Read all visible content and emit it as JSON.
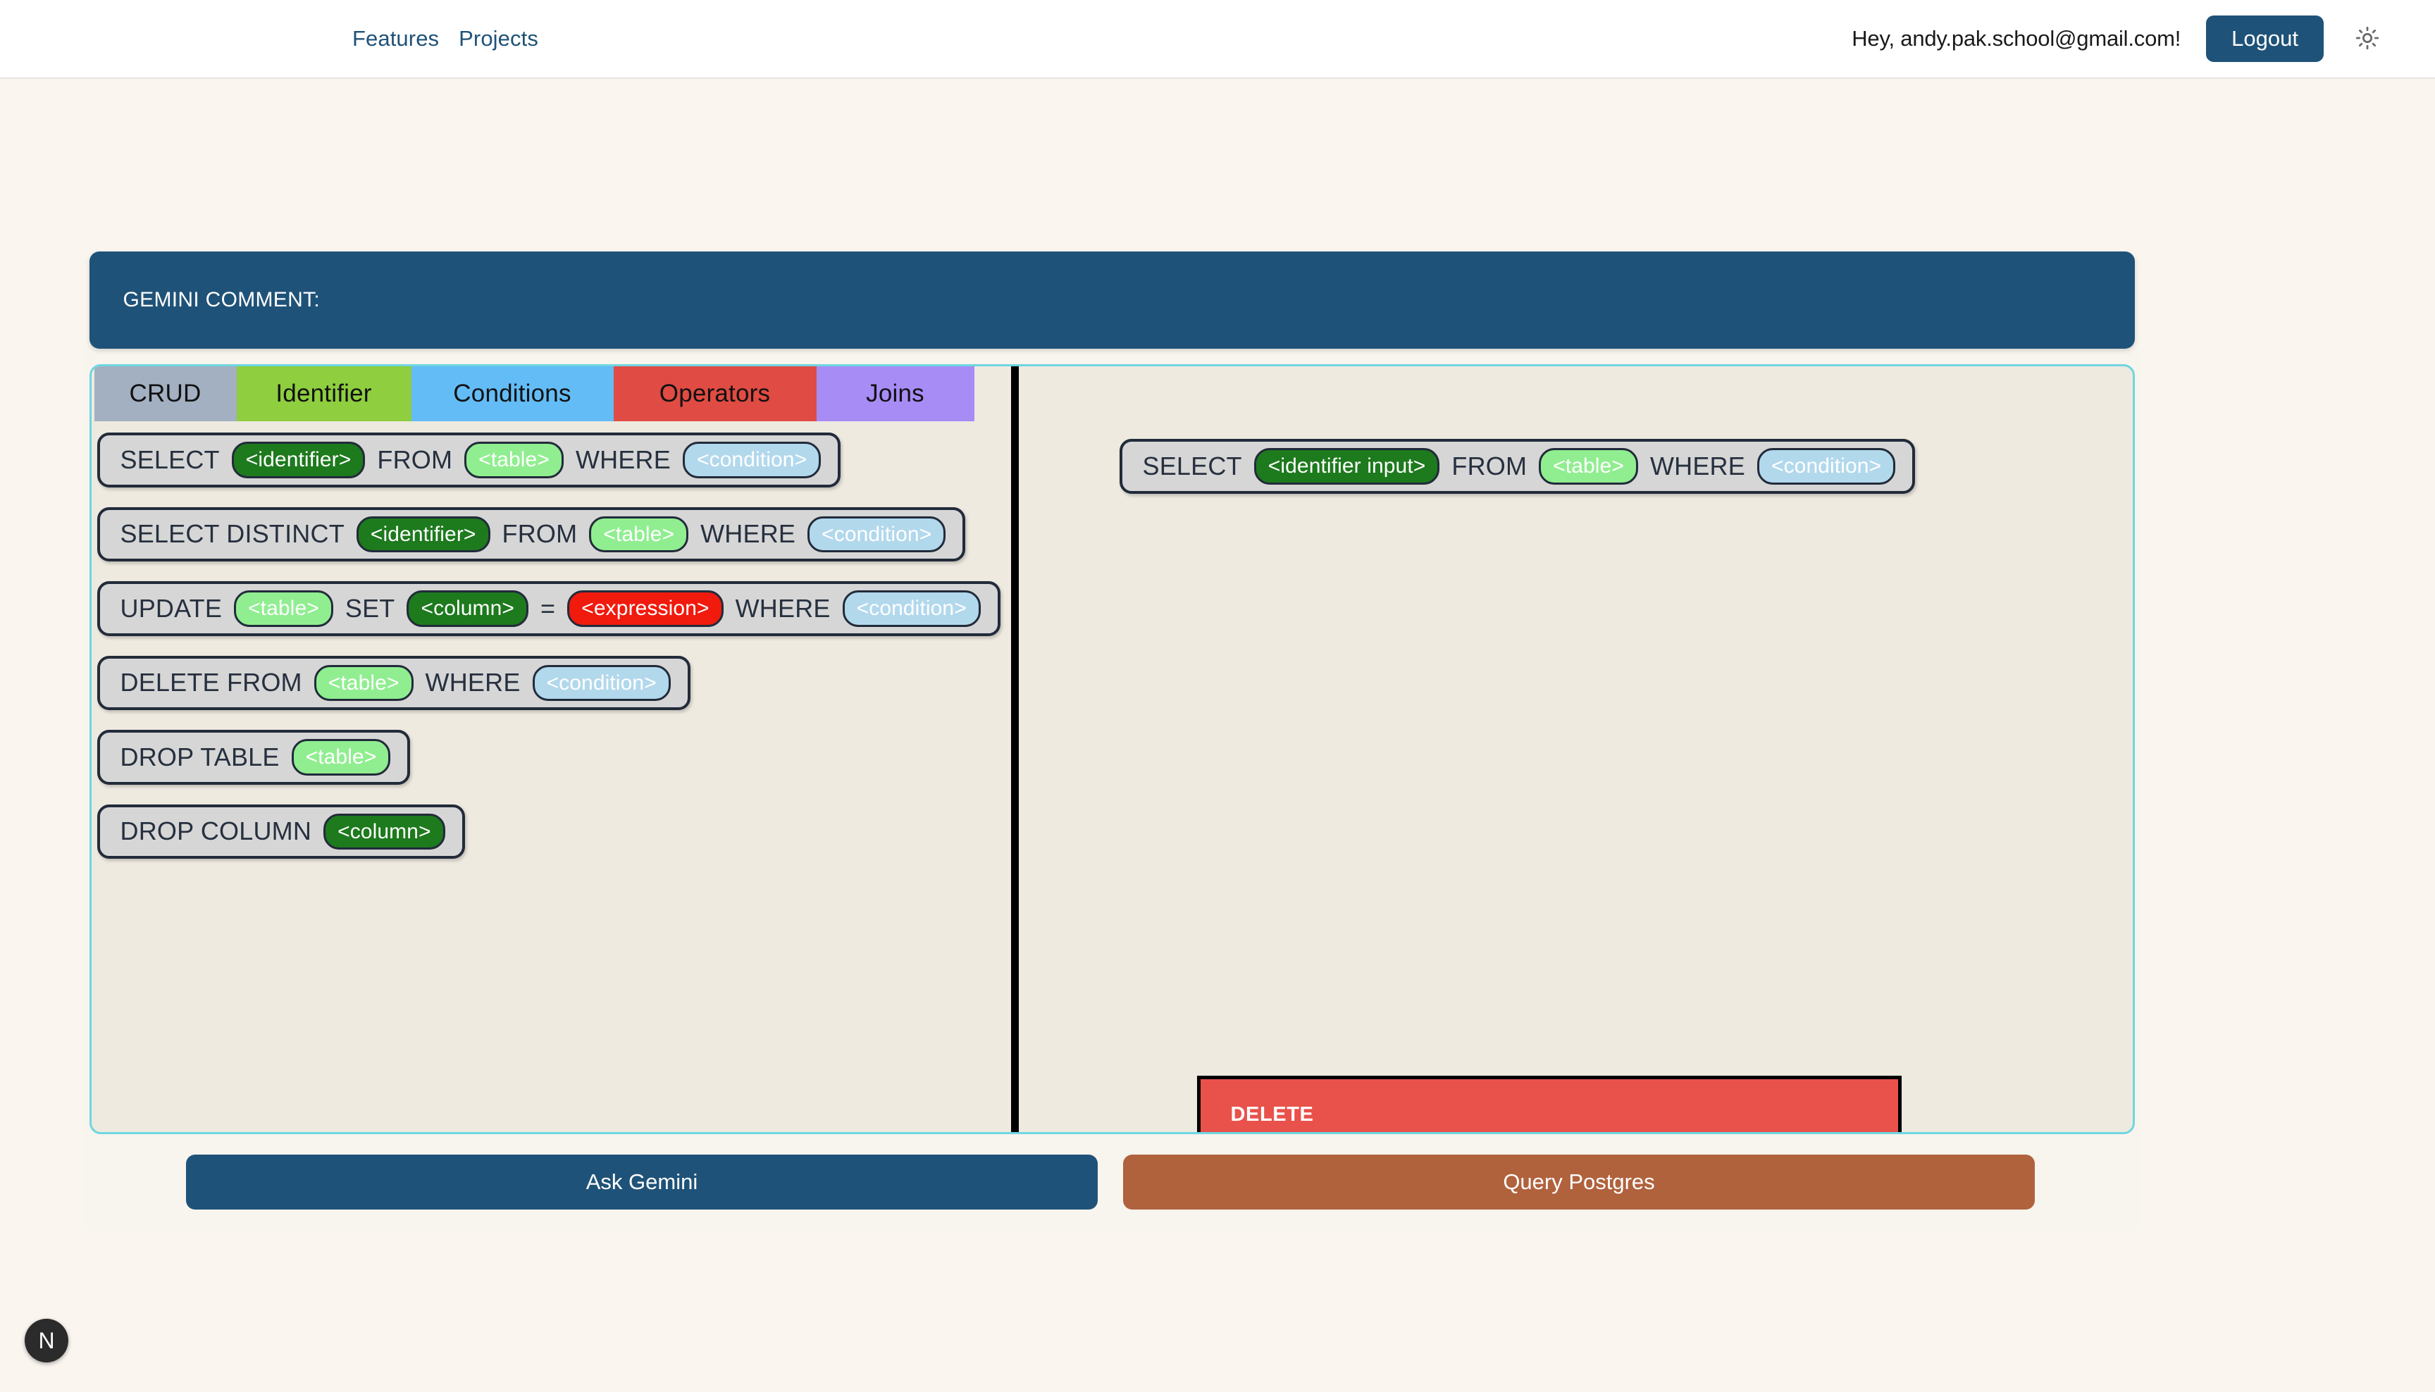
{
  "navbar": {
    "links": [
      {
        "label": "Features",
        "name": "nav-link-features"
      },
      {
        "label": "Projects",
        "name": "nav-link-projects"
      }
    ],
    "greeting": "Hey, andy.pak.school@gmail.com!",
    "logout_label": "Logout",
    "theme_icon": "sun-icon",
    "logout_color": "#1f5278"
  },
  "gemini": {
    "label": "GEMINI COMMENT:",
    "body": "",
    "bar_color": "#1f5278"
  },
  "categories": [
    {
      "label": "CRUD",
      "color": "#a3b0c2",
      "active": true
    },
    {
      "label": "Identifier",
      "color": "#8ece3f",
      "active": false
    },
    {
      "label": "Conditions",
      "color": "#63bcf5",
      "active": false
    },
    {
      "label": "Operators",
      "color": "#e04b43",
      "active": false
    },
    {
      "label": "Joins",
      "color": "#a78cf5",
      "active": false
    }
  ],
  "palette_blocks": [
    {
      "id": "select",
      "tokens": [
        {
          "t": "kw",
          "text": "SELECT"
        },
        {
          "t": "slot",
          "kind": "identifier",
          "text": "<identifier>"
        },
        {
          "t": "kw",
          "text": "FROM"
        },
        {
          "t": "slot",
          "kind": "table",
          "text": "<table>"
        },
        {
          "t": "kw",
          "text": "WHERE"
        },
        {
          "t": "slot",
          "kind": "condition",
          "text": "<condition>"
        }
      ]
    },
    {
      "id": "select-distinct",
      "tokens": [
        {
          "t": "kw",
          "text": "SELECT DISTINCT"
        },
        {
          "t": "slot",
          "kind": "identifier",
          "text": "<identifier>"
        },
        {
          "t": "kw",
          "text": "FROM"
        },
        {
          "t": "slot",
          "kind": "table",
          "text": "<table>"
        },
        {
          "t": "kw",
          "text": "WHERE"
        },
        {
          "t": "slot",
          "kind": "condition",
          "text": "<condition>"
        }
      ]
    },
    {
      "id": "update",
      "tokens": [
        {
          "t": "kw",
          "text": "UPDATE"
        },
        {
          "t": "slot",
          "kind": "table",
          "text": "<table>"
        },
        {
          "t": "kw",
          "text": "SET"
        },
        {
          "t": "slot",
          "kind": "column",
          "text": "<column>"
        },
        {
          "t": "kw",
          "text": "="
        },
        {
          "t": "slot",
          "kind": "expression",
          "text": "<expression>"
        },
        {
          "t": "kw",
          "text": "WHERE"
        },
        {
          "t": "slot",
          "kind": "condition",
          "text": "<condition>"
        }
      ]
    },
    {
      "id": "delete-from",
      "tokens": [
        {
          "t": "kw",
          "text": "DELETE FROM"
        },
        {
          "t": "slot",
          "kind": "table",
          "text": "<table>"
        },
        {
          "t": "kw",
          "text": "WHERE"
        },
        {
          "t": "slot",
          "kind": "condition",
          "text": "<condition>"
        }
      ]
    },
    {
      "id": "drop-table",
      "tokens": [
        {
          "t": "kw",
          "text": "DROP TABLE"
        },
        {
          "t": "slot",
          "kind": "table",
          "text": "<table>"
        }
      ]
    },
    {
      "id": "drop-column",
      "tokens": [
        {
          "t": "kw",
          "text": "DROP COLUMN"
        },
        {
          "t": "slot",
          "kind": "column",
          "text": "<column>"
        }
      ]
    }
  ],
  "canvas": {
    "block": {
      "id": "canvas-select",
      "tokens": [
        {
          "t": "kw",
          "text": "SELECT"
        },
        {
          "t": "slot",
          "kind": "identifier",
          "text": "<identifier input>"
        },
        {
          "t": "kw",
          "text": "FROM"
        },
        {
          "t": "slot",
          "kind": "table",
          "text": "<table>"
        },
        {
          "t": "kw",
          "text": "WHERE"
        },
        {
          "t": "slot",
          "kind": "condition",
          "text": "<condition>"
        }
      ]
    },
    "drop_zone": {
      "label": "DELETE",
      "color": "#e9514b"
    }
  },
  "actions": {
    "ask_gemini": "Ask Gemini",
    "query_postgres": "Query Postgres",
    "ask_gemini_color": "#1f5278",
    "query_postgres_color": "#b0623d"
  },
  "dev_badge": {
    "label": "N"
  },
  "theme": {
    "page_background": "#faf5ef",
    "panel_background": "#eeeae0",
    "panel_border": "#6fd6e0",
    "divider": "#000000",
    "block_body": "#d6d6d6",
    "block_outline": "#222b3a"
  }
}
